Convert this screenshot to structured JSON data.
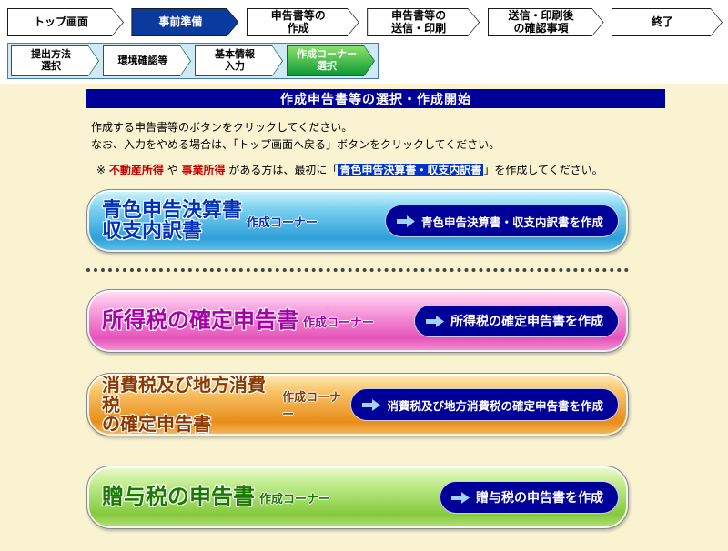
{
  "header": {
    "main_steps": [
      {
        "label": "トップ画面"
      },
      {
        "label": "事前準備"
      },
      {
        "label": "申告書等の\n作成"
      },
      {
        "label": "申告書等の\n送信・印刷"
      },
      {
        "label": "送信・印刷後\nの確認事項"
      },
      {
        "label": "終了"
      }
    ],
    "sub_steps": [
      {
        "label": "提出方法\n選択"
      },
      {
        "label": "環境確認等"
      },
      {
        "label": "基本情報\n入力"
      },
      {
        "label": "作成コーナー\n選択"
      }
    ]
  },
  "title_bar": "作成申告書等の選択・作成開始",
  "instructions": {
    "line1": "作成する申告書等のボタンをクリックしてください。",
    "line2": "なお、入力をやめる場合は、「トップ画面へ戻る」ボタンをクリックしてください。"
  },
  "note": {
    "marker": "※",
    "red1": "不動産所得",
    "mid1": " や ",
    "red2": "事業所得",
    "mid2": " がある方は、最初に「",
    "highlight": "青色申告決算書・収支内訳書",
    "suffix": "」を作成してください。"
  },
  "buttons": [
    {
      "title": "青色申告決算書\n収支内訳書",
      "corner": "作成コーナー",
      "action": "青色申告決算書・収支内訳書を作成"
    },
    {
      "title": "所得税の確定申告書",
      "corner": "作成コーナー",
      "action": "所得税の確定申告書を作成"
    },
    {
      "title": "消費税及び地方消費税\nの確定申告書",
      "corner": "作成コーナー",
      "action": "消費税及び地方消費税の確定申告書を作成"
    },
    {
      "title": "贈与税の申告書",
      "corner": "作成コーナー",
      "action": "贈与税の申告書を作成"
    }
  ],
  "icons": {
    "arrow_right": "➡"
  },
  "colors": {
    "page_bg": "#faf3d2",
    "title_bar_bg": "#000099",
    "active_step_bg": "#0a3a9e",
    "active_substep_bg": "#0c9a35",
    "note_red": "#cc0000",
    "note_highlight_bg": "#0033cc",
    "button_blue": "#2e9fd8",
    "button_pink": "#e453ba",
    "button_orange": "#e88d1a",
    "button_green": "#84c93c",
    "pill_bg": "#000099"
  }
}
